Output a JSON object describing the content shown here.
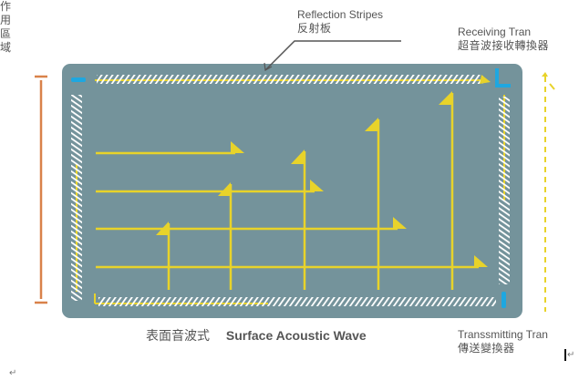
{
  "labels": {
    "reflection_en": "Reflection Stripes",
    "reflection_cn": "反射板",
    "receiving_en": "Receiving Tran",
    "receiving_cn": "超音波接收轉換器",
    "transmitting_en": "Transsmitting Tran",
    "transmitting_cn": "傳送變換器",
    "active_area_cn": "作用區域",
    "caption_cn": "表面音波式",
    "caption_en": "Surface Acoustic Wave"
  },
  "colors": {
    "panel": "#74939b",
    "wave": "#e8d32a",
    "stripe": "#ffffff",
    "transducer": "#1ea7e0",
    "bracket": "#d9824a",
    "pointer": "#555555"
  },
  "paragraph_marks": [
    "↵",
    "↵"
  ]
}
